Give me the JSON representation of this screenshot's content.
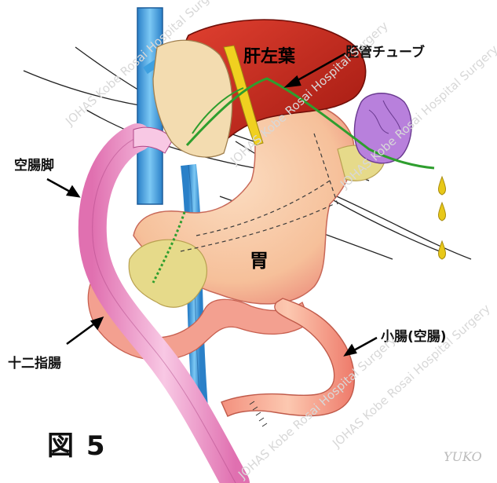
{
  "labels": {
    "liver_left_lobe": "肝左葉",
    "biliary_tube": "胆管チューブ",
    "jejunal_limb": "空腸脚",
    "stomach": "胃",
    "duodenum": "十二指腸",
    "small_intestine": "小腸(空腸)",
    "figure": "図 5"
  },
  "watermark": "JOHAS Kobe Rosai Hospital Surgery",
  "signature": "YUKO",
  "colors": {
    "liver": "#c8261e",
    "liver_dark": "#8a1410",
    "stomach": "#f7c4a0",
    "stomach_edge": "#e07a6a",
    "jejunum": "#f0a0d0",
    "small_intestine": "#f08070",
    "pancreas": "#e8dc90",
    "vessel_blue": "#3ea0e0",
    "gallbladder": "#b27bd8",
    "bile_drop": "#e8c818",
    "tube_green": "#3aa838"
  }
}
